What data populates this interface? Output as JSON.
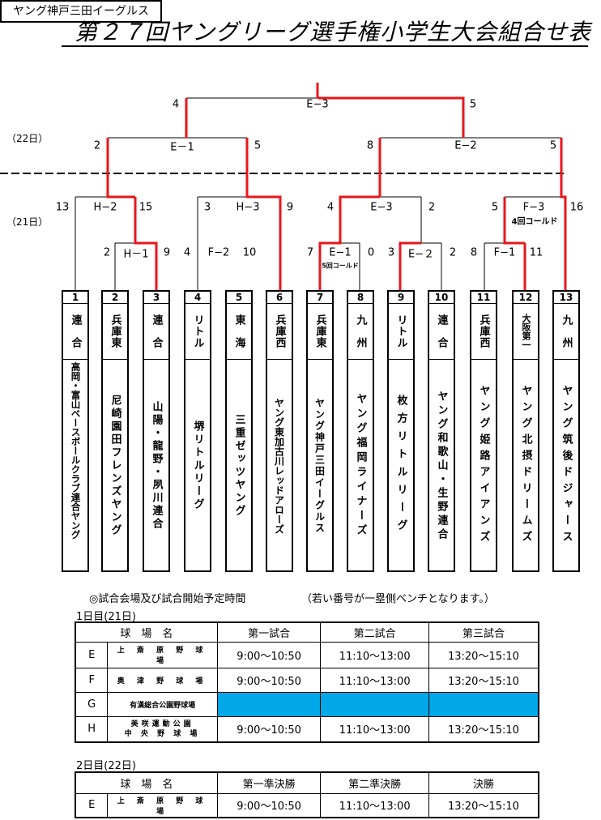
{
  "title": "第２７回ヤングリーグ選手権小学生大会組合せ表",
  "winner": "ヤング神戸三田イーグルス",
  "day_labels": [
    "（22日）",
    "（21日）"
  ],
  "matches": [
    {
      "id": "final",
      "label": "E−3",
      "left": "4",
      "right": "5"
    },
    {
      "id": "e1",
      "label": "E－1",
      "left": "2",
      "right": "5"
    },
    {
      "id": "e2",
      "label": "E−2",
      "left": "8",
      "right": "5"
    },
    {
      "id": "h2",
      "label": "H−2",
      "left": "13",
      "right": "15"
    },
    {
      "id": "h3",
      "label": "H−3",
      "left": "3",
      "right": "9"
    },
    {
      "id": "e3",
      "label": "E−3",
      "left": "4",
      "right": "2"
    },
    {
      "id": "f3",
      "label": "F−3",
      "left": "5",
      "right": "16",
      "note": "4回コールド"
    },
    {
      "id": "h1",
      "label": "H－1",
      "left": "2",
      "right": "9"
    },
    {
      "id": "f2",
      "label": "F−2",
      "left": "4",
      "right": "10"
    },
    {
      "id": "e1b",
      "label": "E−1",
      "left": "7",
      "right": "0",
      "note": "5回コールド"
    },
    {
      "id": "e2b",
      "label": "E−２",
      "left": "3",
      "right": "2"
    },
    {
      "id": "f1",
      "label": "F−1",
      "left": "8",
      "right": "11"
    }
  ],
  "teams": [
    {
      "num": "1",
      "region": "連　合",
      "name": "高岡・富山ベースボールクラブ連合ヤング"
    },
    {
      "num": "2",
      "region": "兵庫東",
      "name": "尼崎園田フレンズヤング"
    },
    {
      "num": "3",
      "region": "連　合",
      "name": "山陽・龍野・夙川連合"
    },
    {
      "num": "4",
      "region": "リトル",
      "name": "堺リトルリーグ"
    },
    {
      "num": "5",
      "region": "東　海",
      "name": "三重ゼッツヤング"
    },
    {
      "num": "6",
      "region": "兵庫西",
      "name": "ヤング東加古川レッドアローズ"
    },
    {
      "num": "7",
      "region": "兵庫東",
      "name": "ヤング神戸三田イーグルス"
    },
    {
      "num": "8",
      "region": "九　州",
      "name": "ヤング福岡ライナーズ"
    },
    {
      "num": "9",
      "region": "リトル",
      "name": "枚方リトルリーグ"
    },
    {
      "num": "10",
      "region": "連　合",
      "name": "ヤング和歌山・生野連合"
    },
    {
      "num": "11",
      "region": "兵庫西",
      "name": "ヤング姫路アイアンズ"
    },
    {
      "num": "12",
      "region": "大阪第一",
      "name": "ヤング北摂ドリームズ"
    },
    {
      "num": "13",
      "region": "九　州",
      "name": "ヤング筑後ドジャース"
    }
  ],
  "notes": {
    "venue_heading": "◎試合会場及び試合開始予定時間",
    "bench_note": "（若い番号が一塁側ベンチとなります。）"
  },
  "day1": {
    "label": "1日目(21日)",
    "headers": [
      "球　場　名",
      "第一試合",
      "第二試合",
      "第三試合"
    ],
    "rows": [
      {
        "code": "E",
        "venue": "上 斎 原 野 球 場",
        "venue2": "",
        "t1": "9:00～10:50",
        "t2": "11:10～13:00",
        "t3": "13:20～15:10"
      },
      {
        "code": "F",
        "venue": "奥 津 野 球 場",
        "venue2": "",
        "t1": "9:00～10:50",
        "t2": "11:10～13:00",
        "t3": "13:20～15:10"
      },
      {
        "code": "G",
        "venue": "有漢総合公園野球場",
        "venue2": "",
        "t1": "",
        "t2": "",
        "t3": ""
      },
      {
        "code": "H",
        "venue": "美咲運動公園",
        "venue2": "中 央 野 球 場",
        "t1": "9:00～10:50",
        "t2": "11:10～13:00",
        "t3": "13:20～15:10"
      }
    ]
  },
  "day2": {
    "label": "2日目(22日)",
    "headers": [
      "球　場　名",
      "第一準決勝",
      "第二準決勝",
      "決勝"
    ],
    "rows": [
      {
        "code": "E",
        "venue": "上 斎 原 野 球 場",
        "t1": "9:00～10:50",
        "t2": "11:10～13:00",
        "t3": "13:20～15:10"
      }
    ]
  },
  "colors": {
    "winner_path": "#e8161b",
    "line": "#000000",
    "unused_field": "#00a8e8"
  }
}
